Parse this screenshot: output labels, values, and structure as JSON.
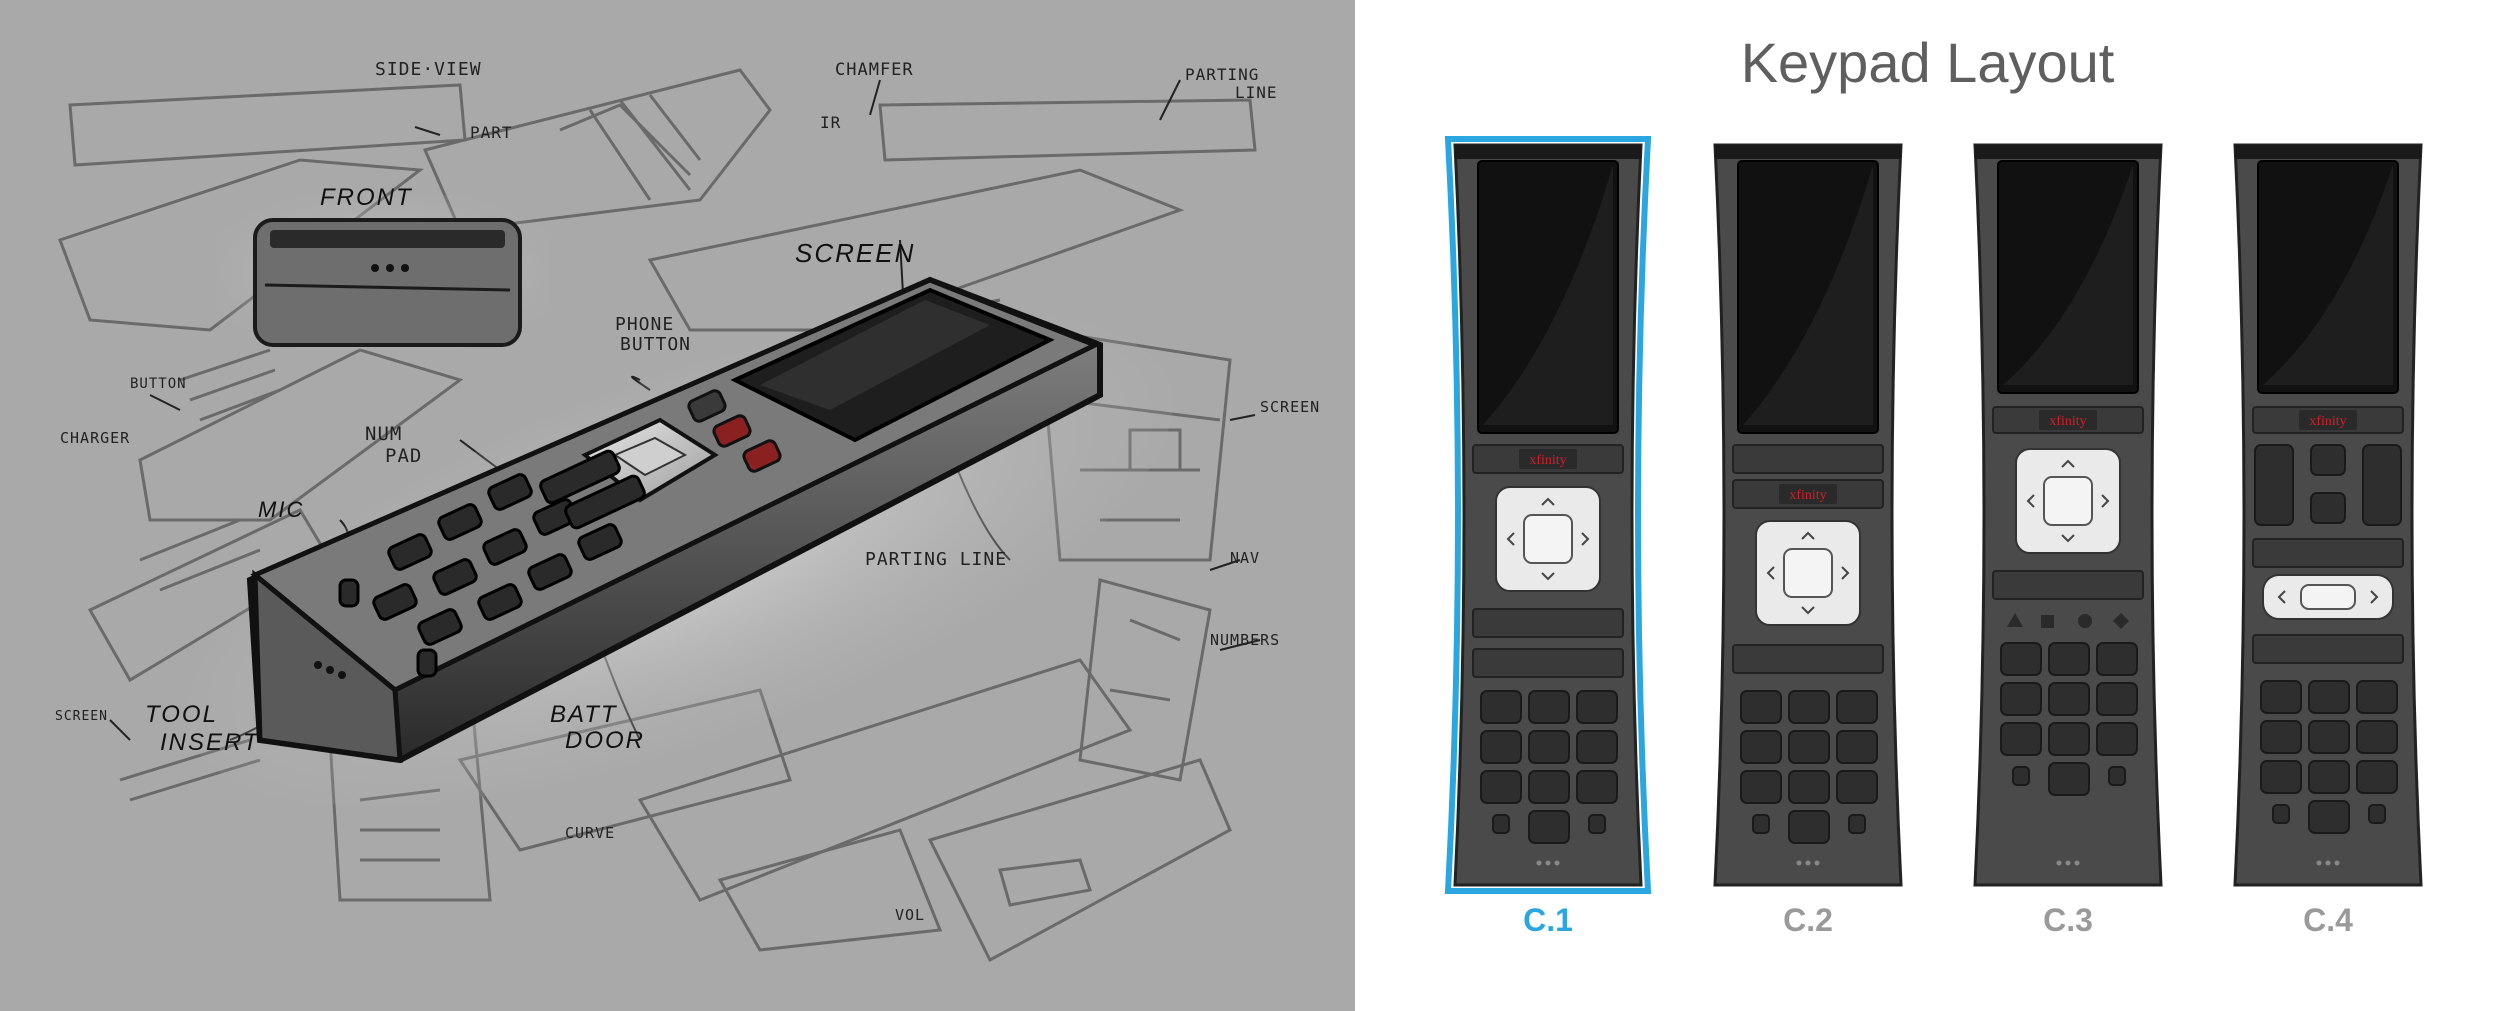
{
  "sketch": {
    "annotations": {
      "side_view": "SIDE·VIEW",
      "chamfer": "CHAMFER",
      "parting_line_top_1": "PARTING",
      "parting_line_top_2": "LINE",
      "ir": "IR",
      "front": "FRONT",
      "partial": "PART",
      "screen_main": "SCREEN",
      "phone_button_1": "PHONE",
      "phone_button_2": "BUTTON",
      "button": "BUTTON",
      "charger": "CHARGER",
      "screen_right": "SCREEN",
      "num_pad_1": "NUM",
      "num_pad_2": "PAD",
      "mic": "MIC",
      "parting_line": "PARTING LINE",
      "nav": "NAV",
      "numbers": "NUMBERS",
      "screen_left": "SCREEN",
      "tool_insert_1": "TOOL",
      "tool_insert_2": "INSERT",
      "batt_door_1": "BATT",
      "batt_door_2": "DOOR",
      "curve": "CURVE",
      "vol": "VOL"
    }
  },
  "layout": {
    "title": "Keypad Layout",
    "brand_label": "xfinity",
    "options": [
      {
        "label": "C.1",
        "selected": true
      },
      {
        "label": "C.2",
        "selected": false
      },
      {
        "label": "C.3",
        "selected": false
      },
      {
        "label": "C.4",
        "selected": false
      }
    ]
  },
  "colors": {
    "selected_accent": "#2aa7e0",
    "caption_default": "#9a9a9a",
    "remote_body": "#4a4a4a",
    "brand_red": "#d0202a"
  }
}
